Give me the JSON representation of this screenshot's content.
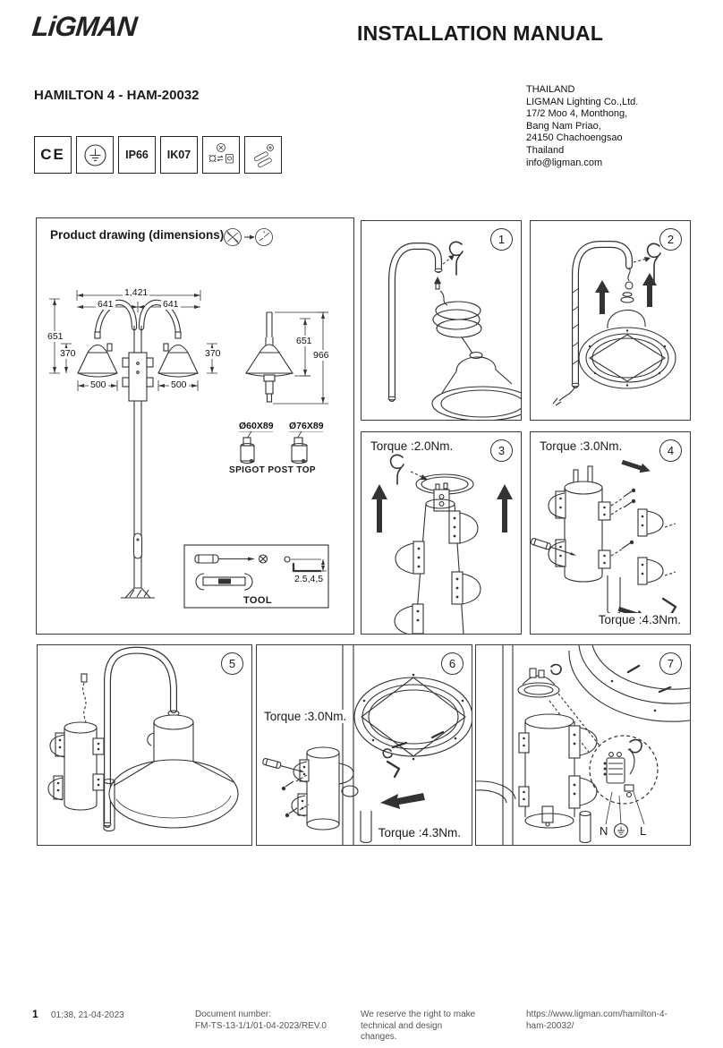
{
  "header": {
    "logo_text": "LiGMAN",
    "title": "INSTALLATION MANUAL"
  },
  "product_heading": "HAMILTON 4 - HAM-20032",
  "address": {
    "lines": [
      "THAILAND",
      "LIGMAN Lighting Co.,Ltd.",
      "17/2 Moo 4, Monthong,",
      "Bang Nam Priao,",
      "24150 Chachoengsao",
      "Thailand",
      "info@ligman.com"
    ]
  },
  "certifications": {
    "ce": "CE",
    "ip66": "IP66",
    "ik07": "IK07"
  },
  "drawing_panel": {
    "title": "Product drawing (dimensions)",
    "dims": {
      "total_width": "1,421",
      "arm_left": "641",
      "arm_right": "641",
      "height_left": "651",
      "drop_left": "370",
      "shade_left": "500",
      "shade_right": "500",
      "drop_right": "370",
      "side_height": "651",
      "side_total": "966"
    },
    "spigot_a": "Ø60X89",
    "spigot_b": "Ø76X89",
    "spigot_label": "SPIGOT POST TOP",
    "tool_sizes": "2.5,4,5",
    "tool_label": "TOOL"
  },
  "steps": {
    "s1": {
      "num": "1"
    },
    "s2": {
      "num": "2"
    },
    "s3": {
      "num": "3",
      "torque": "Torque :2.0Nm."
    },
    "s4": {
      "num": "4",
      "torque": "Torque :3.0Nm.",
      "torque2": "Torque :4.3Nm."
    },
    "s5": {
      "num": "5"
    },
    "s6": {
      "num": "6",
      "torque": "Torque :3.0Nm.",
      "torque2": "Torque :4.3Nm."
    },
    "s7": {
      "num": "7",
      "wire_n": "N",
      "wire_l": "L"
    }
  },
  "footer": {
    "page": "1",
    "datetime": "01:38, 21-04-2023",
    "doc_label": "Document number:",
    "doc_value": "FM-TS-13-1/1/01-04-2023/REV.0",
    "notice": "We reserve the right to make technical and design changes.",
    "url": "https://www.ligman.com/hamilton-4-ham-20032/"
  }
}
